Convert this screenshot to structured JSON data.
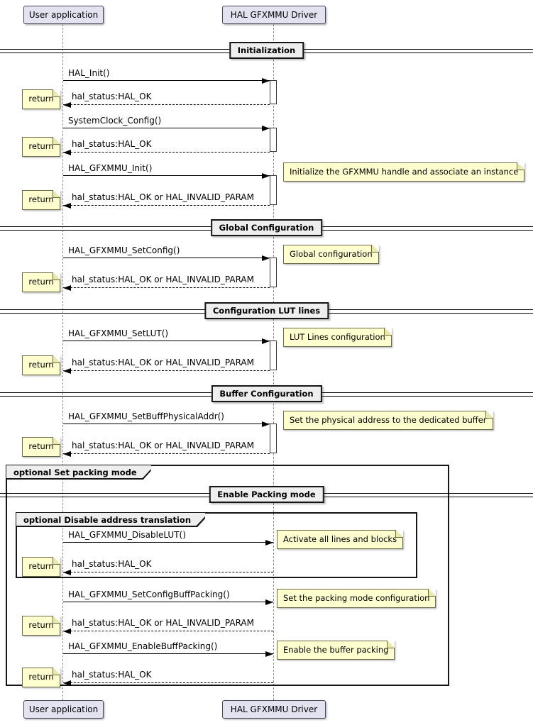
{
  "participants": {
    "left": "User application",
    "right": "HAL GFXMMU Driver"
  },
  "dividers": [
    "Initialization",
    "Global Configuration",
    "Configuration LUT lines",
    "Buffer Configuration",
    "Enable Packing mode"
  ],
  "groups": {
    "outer": "optional Set packing mode",
    "inner": "optional Disable address translation"
  },
  "return_note": "return",
  "messages": [
    {
      "call": "HAL_Init()",
      "ret": "hal_status:HAL_OK"
    },
    {
      "call": "SystemClock_Config()",
      "ret": "hal_status:HAL_OK"
    },
    {
      "call": "HAL_GFXMMU_Init()",
      "ret": "hal_status:HAL_OK or HAL_INVALID_PARAM",
      "note": "Initialize the GFXMMU handle and associate an instance"
    },
    {
      "call": "HAL_GFXMMU_SetConfig()",
      "ret": "hal_status:HAL_OK or HAL_INVALID_PARAM",
      "note": "Global configuration"
    },
    {
      "call": "HAL_GFXMMU_SetLUT()",
      "ret": "hal_status:HAL_OK or HAL_INVALID_PARAM",
      "note": "LUT Lines configuration"
    },
    {
      "call": "HAL_GFXMMU_SetBuffPhysicalAddr()",
      "ret": "hal_status:HAL_OK or HAL_INVALID_PARAM",
      "note": "Set the physical address to the dedicated buffer"
    },
    {
      "call": "HAL_GFXMMU_DisableLUT()",
      "ret": "hal_status:HAL_OK",
      "note": "Activate all lines and blocks"
    },
    {
      "call": "HAL_GFXMMU_SetConfigBuffPacking()",
      "ret": "hal_status:HAL_OK or HAL_INVALID_PARAM",
      "note": "Set the packing mode configuration"
    },
    {
      "call": "HAL_GFXMMU_EnableBuffPacking()",
      "ret": "hal_status:HAL_OK",
      "note": "Enable the buffer packing"
    }
  ],
  "colors": {
    "participant_fill": "#E2E2F0",
    "note_fill": "#FEFECE",
    "divider_fill": "#EEEEEE",
    "group_header_fill": "#EEEEEE",
    "lifeline": "#8F8F8F",
    "border": "#151515"
  }
}
